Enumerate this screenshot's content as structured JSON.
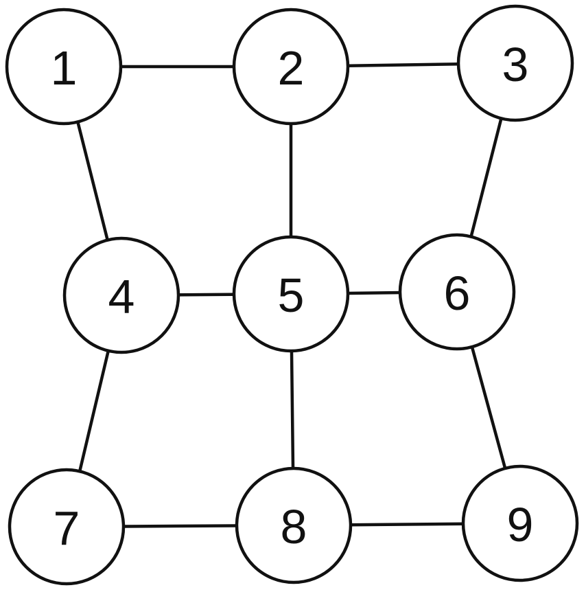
{
  "nodes": [
    {
      "id": "1",
      "label": "1"
    },
    {
      "id": "2",
      "label": "2"
    },
    {
      "id": "3",
      "label": "3"
    },
    {
      "id": "4",
      "label": "4"
    },
    {
      "id": "5",
      "label": "5"
    },
    {
      "id": "6",
      "label": "6"
    },
    {
      "id": "7",
      "label": "7"
    },
    {
      "id": "8",
      "label": "8"
    },
    {
      "id": "9",
      "label": "9"
    }
  ],
  "edges": [
    [
      "1",
      "2"
    ],
    [
      "2",
      "3"
    ],
    [
      "1",
      "4"
    ],
    [
      "2",
      "5"
    ],
    [
      "3",
      "6"
    ],
    [
      "4",
      "5"
    ],
    [
      "5",
      "6"
    ],
    [
      "4",
      "7"
    ],
    [
      "5",
      "8"
    ],
    [
      "6",
      "9"
    ],
    [
      "7",
      "8"
    ],
    [
      "8",
      "9"
    ]
  ]
}
